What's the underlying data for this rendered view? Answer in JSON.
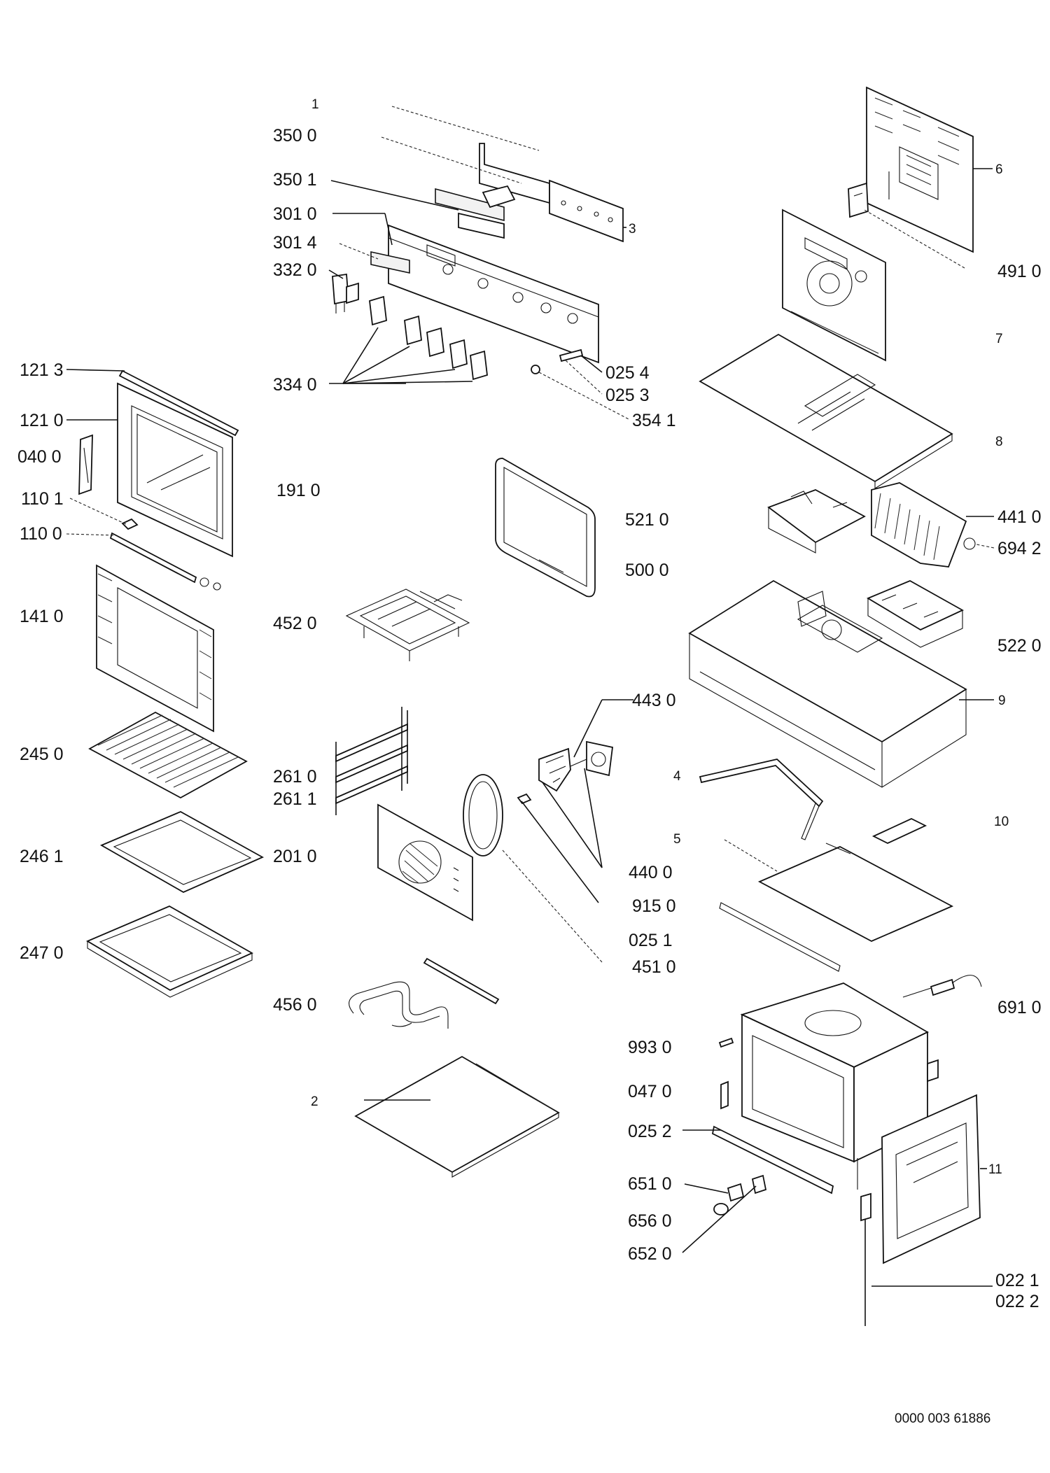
{
  "diagram": {
    "labels": [
      {
        "id": "p1",
        "text": "1"
      },
      {
        "id": "p3500",
        "text": "350 0"
      },
      {
        "id": "p3501",
        "text": "350 1"
      },
      {
        "id": "p3010",
        "text": "301 0"
      },
      {
        "id": "p3014",
        "text": "301 4"
      },
      {
        "id": "p3320",
        "text": "332 0"
      },
      {
        "id": "p3340",
        "text": "334 0"
      },
      {
        "id": "p3",
        "text": "3"
      },
      {
        "id": "p0254",
        "text": "025 4"
      },
      {
        "id": "p0253",
        "text": "025 3"
      },
      {
        "id": "p3541",
        "text": "354 1"
      },
      {
        "id": "p1213",
        "text": "121 3"
      },
      {
        "id": "p1210",
        "text": "121 0"
      },
      {
        "id": "p0400",
        "text": "040 0"
      },
      {
        "id": "p1101",
        "text": "110 1"
      },
      {
        "id": "p1100",
        "text": "110 0"
      },
      {
        "id": "p1410",
        "text": "141 0"
      },
      {
        "id": "p2450",
        "text": "245 0"
      },
      {
        "id": "p2461",
        "text": "246 1"
      },
      {
        "id": "p2470",
        "text": "247 0"
      },
      {
        "id": "p1910",
        "text": "191 0"
      },
      {
        "id": "p4520",
        "text": "452 0"
      },
      {
        "id": "p2610",
        "text": "261 0"
      },
      {
        "id": "p2611",
        "text": "261 1"
      },
      {
        "id": "p2010",
        "text": "201 0"
      },
      {
        "id": "p4560",
        "text": "456 0"
      },
      {
        "id": "p2",
        "text": "2"
      },
      {
        "id": "p5210",
        "text": "521 0"
      },
      {
        "id": "p5000",
        "text": "500 0"
      },
      {
        "id": "p4430",
        "text": "443 0"
      },
      {
        "id": "p4400",
        "text": "440 0"
      },
      {
        "id": "p9150",
        "text": "915 0"
      },
      {
        "id": "p0251",
        "text": "025 1"
      },
      {
        "id": "p4510",
        "text": "451 0"
      },
      {
        "id": "p9930",
        "text": "993 0"
      },
      {
        "id": "p0470",
        "text": "047 0"
      },
      {
        "id": "p0252",
        "text": "025 2"
      },
      {
        "id": "p6510",
        "text": "651 0"
      },
      {
        "id": "p6560",
        "text": "656 0"
      },
      {
        "id": "p6520",
        "text": "652 0"
      },
      {
        "id": "p6",
        "text": "6"
      },
      {
        "id": "p4910",
        "text": "491 0"
      },
      {
        "id": "p7",
        "text": "7"
      },
      {
        "id": "p8",
        "text": "8"
      },
      {
        "id": "p4410",
        "text": "441 0"
      },
      {
        "id": "p6942",
        "text": "694 2"
      },
      {
        "id": "p5220",
        "text": "522 0"
      },
      {
        "id": "p9",
        "text": "9"
      },
      {
        "id": "p4",
        "text": "4"
      },
      {
        "id": "p5",
        "text": "5"
      },
      {
        "id": "p10",
        "text": "10"
      },
      {
        "id": "p6910",
        "text": "691 0"
      },
      {
        "id": "p11",
        "text": "11"
      },
      {
        "id": "p0221",
        "text": "022 1"
      },
      {
        "id": "p0222",
        "text": "022 2"
      }
    ],
    "document_number": "0000 003 61886"
  }
}
